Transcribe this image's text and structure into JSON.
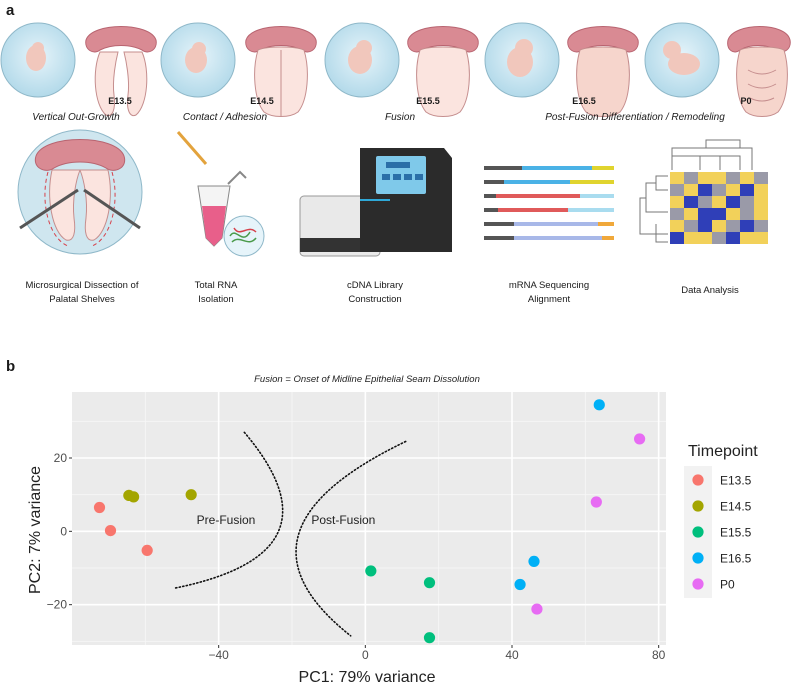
{
  "panel_a": {
    "letter": "a",
    "timepoints": [
      "E13.5",
      "E14.5",
      "E15.5",
      "E16.5",
      "P0"
    ],
    "stages": [
      "Vertical Out-Growth",
      "Contact / Adhesion",
      "Fusion",
      "Post-Fusion Differentiation / Remodeling"
    ],
    "workflow": [
      {
        "line1": "Microsurgical Dissection of",
        "line2": "Palatal Shelves"
      },
      {
        "line1": "Total RNA",
        "line2": "Isolation"
      },
      {
        "line1": "cDNA Library",
        "line2": "Construction"
      },
      {
        "line1": "mRNA Sequencing",
        "line2": "Alignment"
      },
      {
        "line1": "Data Analysis",
        "line2": ""
      }
    ]
  },
  "panel_b": {
    "letter": "b"
  },
  "chart_data": {
    "type": "scatter",
    "title": "Fusion = Onset of Midline Epithelial Seam Dissolution",
    "xlabel": "PC1: 79% variance",
    "ylabel": "PC2: 7% variance",
    "xlim": [
      -80,
      82
    ],
    "ylim": [
      -31,
      38
    ],
    "xticks": [
      -40,
      0,
      40,
      80
    ],
    "yticks": [
      -20,
      0,
      20
    ],
    "grid": true,
    "legend_title": "Timepoint",
    "legend_position": "right",
    "annotations": [
      {
        "text": "Pre-Fusion",
        "x": -38,
        "y": 2
      },
      {
        "text": "Post-Fusion",
        "x": -6,
        "y": 2
      }
    ],
    "series": [
      {
        "name": "E13.5",
        "color": "#F8766D",
        "points": [
          [
            -72.5,
            6.5
          ],
          [
            -69.5,
            0.2
          ],
          [
            -59.5,
            -5.2
          ]
        ]
      },
      {
        "name": "E14.5",
        "color": "#A3A500",
        "points": [
          [
            -64.5,
            9.8
          ],
          [
            -63.2,
            9.4
          ],
          [
            -47.5,
            10
          ]
        ]
      },
      {
        "name": "E15.5",
        "color": "#00BF7D",
        "points": [
          [
            1.5,
            -10.8
          ],
          [
            17.5,
            -14
          ],
          [
            17.5,
            -29
          ]
        ]
      },
      {
        "name": "E16.5",
        "color": "#00B0F6",
        "points": [
          [
            63.8,
            34.5
          ],
          [
            46,
            -8.2
          ],
          [
            42.2,
            -14.5
          ]
        ]
      },
      {
        "name": "P0",
        "color": "#E76BF3",
        "points": [
          [
            74.8,
            25.2
          ],
          [
            63,
            8
          ],
          [
            46.8,
            -21.2
          ]
        ]
      }
    ]
  }
}
